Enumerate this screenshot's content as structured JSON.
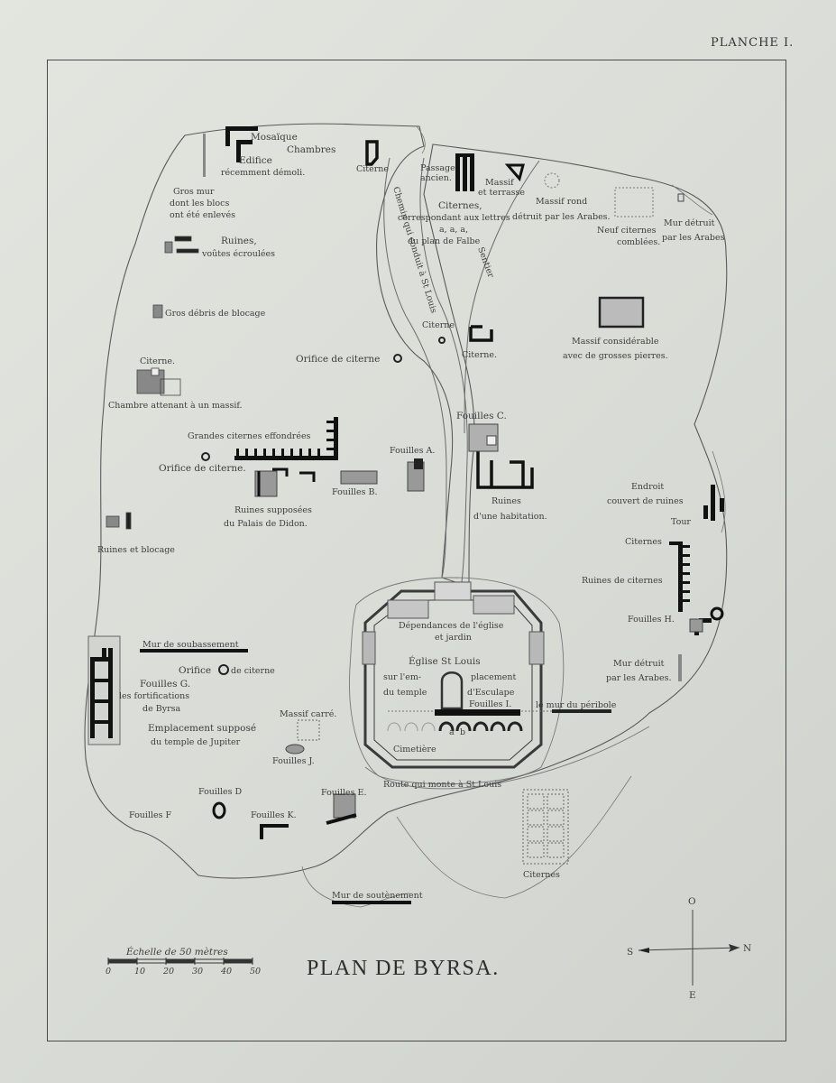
{
  "plate_label": "PLANCHE I.",
  "title": "PLAN DE BYRSA.",
  "scale": {
    "caption": "Échelle de 50 mètres",
    "ticks": [
      "0",
      "10",
      "20",
      "30",
      "40",
      "50"
    ]
  },
  "compass": {
    "north": "N",
    "south": "S",
    "east": "E",
    "west": "O"
  },
  "labels": {
    "mosaique": "Mosaïque",
    "chambres": "Chambres",
    "edifice": "Edifice",
    "recemment_demoli": "récemment démoli.",
    "citerne_top": "Citerne",
    "gros_mur": "Gros mur",
    "dont_les_blocs": "dont les blocs",
    "ont_ete_enleves": "ont été enlevés",
    "ruines": "Ruines,",
    "voutes_ecroulees": "voûtes écroulées",
    "gros_debris": "Gros débris de blocage",
    "citerne_left": "Citerne.",
    "chambre_attenant": "Chambre attenant à un massif.",
    "orifice_citerne_1": "Orifice de citerne",
    "grandes_citernes": "Grandes citernes effondrées",
    "orifice_citerne_2": "Orifice de citerne.",
    "fouilles_a": "Fouilles A.",
    "fouilles_b": "Fouilles B.",
    "ruines_supposees": "Ruines supposées",
    "palais_didon": "du Palais de Didon.",
    "ruines_blocage": "Ruines et blocage",
    "passage": "Passage",
    "ancien": "ancien.",
    "massif_terrasse_1": "Massif",
    "massif_terrasse_2": "et terrasse",
    "citernes_corresp_1": "Citernes,",
    "citernes_corresp_2": "correspondant aux lettres",
    "citernes_corresp_3": "a,  a,  a,",
    "citernes_corresp_4": "du plan de Falbe",
    "chemin": "Chemin qui conduit à St Louis",
    "sentier": "Sentier",
    "citerne_mid": "Citerne",
    "citerne_mid2": "Citerne.",
    "massif_rond_1": "Massif rond",
    "massif_rond_2": "détruit par les Arabes.",
    "neuf_citernes_1": "Neuf citernes",
    "neuf_citernes_2": "comblées.",
    "mur_detruit_1a": "Mur détruit",
    "mur_detruit_1b": "par les Arabes",
    "massif_considerable_1": "Massif considérable",
    "massif_considerable_2": "avec de grosses pierres.",
    "fouilles_c": "Fouilles C.",
    "ruines_habitation_1": "Ruines",
    "ruines_habitation_2": "d'une habitation.",
    "endroit_1": "Endroit",
    "endroit_2": "couvert de ruines",
    "tour": "Tour",
    "citernes_right": "Citernes",
    "ruines_citernes": "Ruines de citernes",
    "fouilles_h": "Fouilles H.",
    "mur_detruit_2a": "Mur détruit",
    "mur_detruit_2b": "par les Arabes.",
    "dependances_1": "Dépendances de l'église",
    "dependances_2": "et jardin",
    "eglise_1": "Église St Louis",
    "eglise_2": "sur l'em-",
    "eglise_3": "placement",
    "eglise_4": "du temple",
    "eglise_5": "d'Esculape",
    "fouilles_i": "Fouilles I.",
    "mur_peribole": "le mur du péribole",
    "cimetiere": "Cimetière",
    "letter_a": "a",
    "letter_b": "b",
    "mur_soubassement": "Mur de soubassement",
    "orifice_citerne_3a": "Orifice",
    "orifice_citerne_3b": "de citerne",
    "fouilles_g_1": "Fouilles G.",
    "fouilles_g_2": "les fortifications",
    "fouilles_g_3": "de Byrsa",
    "massif_carre": "Massif carré.",
    "emplacement_1": "Emplacement supposé",
    "emplacement_2": "du temple de Jupiter",
    "fouilles_j": "Fouilles J.",
    "route": "Route qui monte à St Louis",
    "fouilles_d": "Fouilles D",
    "fouilles_e": "Fouilles E.",
    "fouilles_f": "Fouilles F",
    "fouilles_k": "Fouilles K.",
    "citernes_bottom": "Citernes",
    "mur_soutenement": "Mur de soutènement"
  }
}
